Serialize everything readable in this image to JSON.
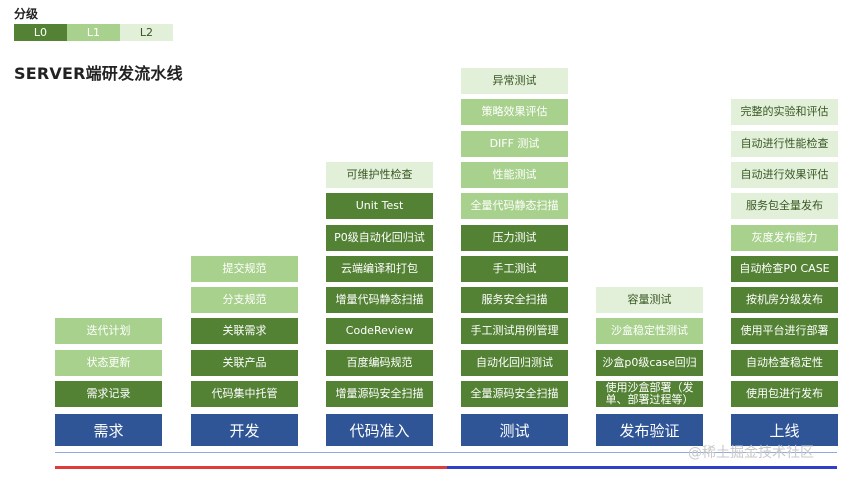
{
  "legend": {
    "title": "分级",
    "levels": [
      {
        "label": "L0",
        "color": "#548235"
      },
      {
        "label": "L1",
        "color": "#a9d18e"
      },
      {
        "label": "L2",
        "color": "#e2f0d9"
      }
    ]
  },
  "title": "SERVER端研发流水线",
  "columns": [
    {
      "stage": "需求",
      "items": [
        {
          "label": "迭代计划",
          "level": "L1"
        },
        {
          "label": "状态更新",
          "level": "L1"
        },
        {
          "label": "需求记录",
          "level": "L0"
        }
      ]
    },
    {
      "stage": "开发",
      "items": [
        {
          "label": "提交规范",
          "level": "L1"
        },
        {
          "label": "分支规范",
          "level": "L1"
        },
        {
          "label": "关联需求",
          "level": "L0"
        },
        {
          "label": "关联产品",
          "level": "L0"
        },
        {
          "label": "代码集中托管",
          "level": "L0"
        }
      ]
    },
    {
      "stage": "代码准入",
      "items": [
        {
          "label": "可维护性检查",
          "level": "L2"
        },
        {
          "label": "Unit Test",
          "level": "L0"
        },
        {
          "label": "P0级自动化回归试",
          "level": "L0"
        },
        {
          "label": "云端编译和打包",
          "level": "L0"
        },
        {
          "label": "增量代码静态扫描",
          "level": "L0"
        },
        {
          "label": "CodeReview",
          "level": "L0"
        },
        {
          "label": "百度编码规范",
          "level": "L0"
        },
        {
          "label": "增量源码安全扫描",
          "level": "L0"
        }
      ]
    },
    {
      "stage": "测试",
      "items": [
        {
          "label": "异常测试",
          "level": "L2"
        },
        {
          "label": "策略效果评估",
          "level": "L1"
        },
        {
          "label": "DIFF 测试",
          "level": "L1"
        },
        {
          "label": "性能测试",
          "level": "L1"
        },
        {
          "label": "全量代码静态扫描",
          "level": "L1"
        },
        {
          "label": "压力测试",
          "level": "L0"
        },
        {
          "label": "手工测试",
          "level": "L0"
        },
        {
          "label": "服务安全扫描",
          "level": "L0"
        },
        {
          "label": "手工测试用例管理",
          "level": "L0"
        },
        {
          "label": "自动化回归测试",
          "level": "L0"
        },
        {
          "label": "全量源码安全扫描",
          "level": "L0"
        }
      ]
    },
    {
      "stage": "发布验证",
      "items": [
        {
          "label": "容量测试",
          "level": "L2"
        },
        {
          "label": "沙盒稳定性测试",
          "level": "L1"
        },
        {
          "label": "沙盒p0级case回归",
          "level": "L0"
        },
        {
          "label": "使用沙盒部署（发单、部署过程等）",
          "level": "L0"
        }
      ]
    },
    {
      "stage": "上线",
      "items": [
        {
          "label": "完整的实验和评估",
          "level": "L2"
        },
        {
          "label": "自动进行性能检查",
          "level": "L2"
        },
        {
          "label": "自动进行效果评估",
          "level": "L2"
        },
        {
          "label": "服务包全量发布",
          "level": "L2"
        },
        {
          "label": "灰度发布能力",
          "level": "L1"
        },
        {
          "label": "自动检查P0 CASE",
          "level": "L0"
        },
        {
          "label": "按机房分级发布",
          "level": "L0"
        },
        {
          "label": "使用平台进行部署",
          "level": "L0"
        },
        {
          "label": "自动检查稳定性",
          "level": "L0"
        },
        {
          "label": "使用包进行发布",
          "level": "L0"
        }
      ]
    }
  ],
  "watermark": "@稀土掘金技术社区"
}
